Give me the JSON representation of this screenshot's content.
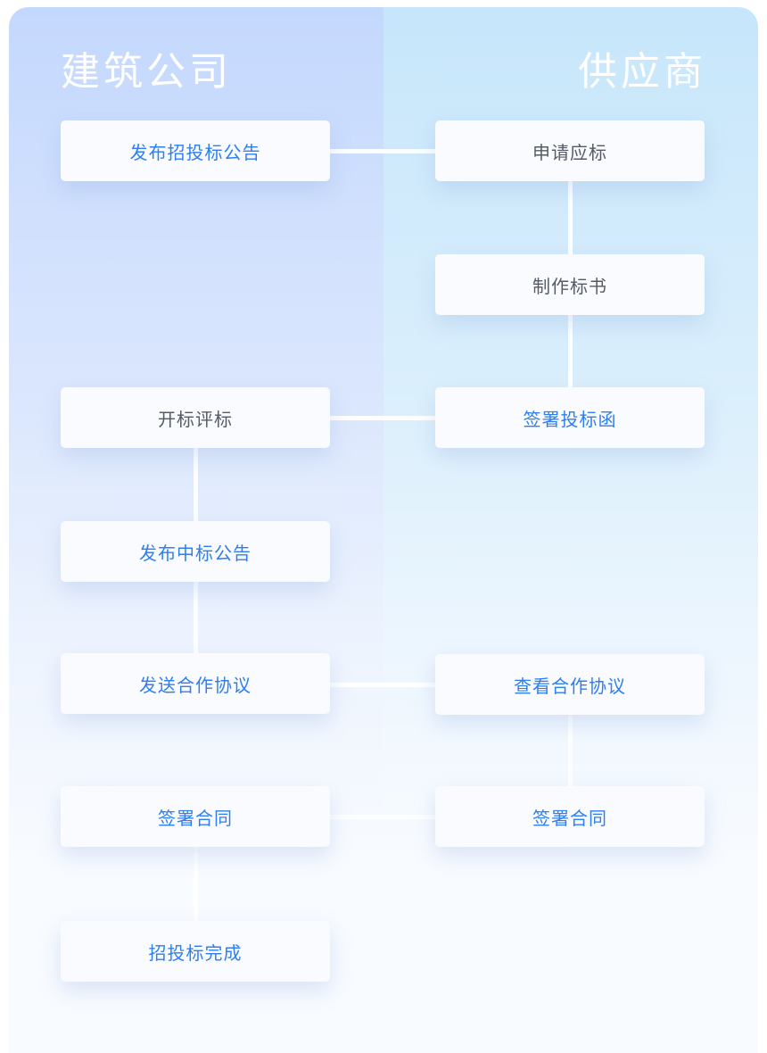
{
  "lanes": {
    "left": "建筑公司",
    "right": "供应商"
  },
  "nodes": {
    "publish_tender": "发布招投标公告",
    "apply_bid": "申请应标",
    "prepare_bid": "制作标书",
    "open_evaluate": "开标评标",
    "sign_bid_letter": "签署投标函",
    "publish_award": "发布中标公告",
    "send_agreement": "发送合作协议",
    "view_agreement": "查看合作协议",
    "sign_contract_left": "签署合同",
    "sign_contract_right": "签署合同",
    "tender_complete": "招投标完成"
  },
  "colors": {
    "blue_text": "#2f7ef0",
    "gray_text": "#555b66",
    "left_lane": "#c4d8fd",
    "right_lane": "#c7e6fb"
  }
}
